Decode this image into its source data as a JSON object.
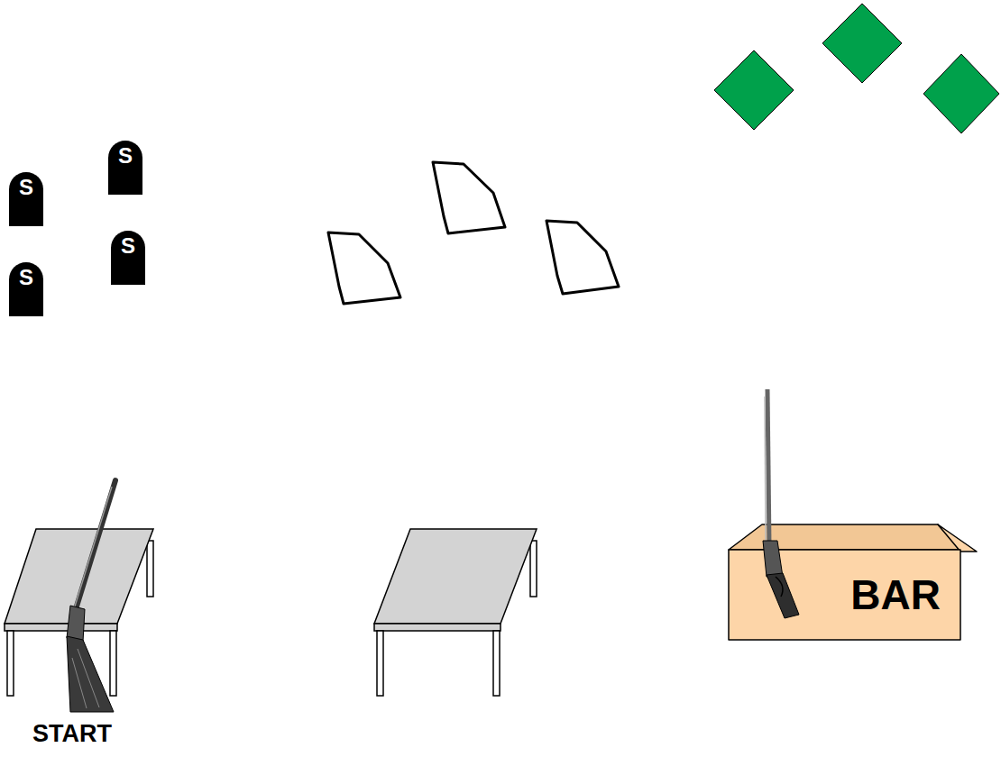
{
  "diagram": {
    "nodes": [
      {
        "text": [
          "S"
        ]
      },
      {
        "text": [
          "S"
        ]
      },
      {
        "text": [
          "S"
        ]
      },
      {
        "text": [
          "S"
        ]
      },
      {
        "text": [
          "START"
        ]
      },
      {
        "text": [
          "BAR"
        ]
      }
    ]
  }
}
